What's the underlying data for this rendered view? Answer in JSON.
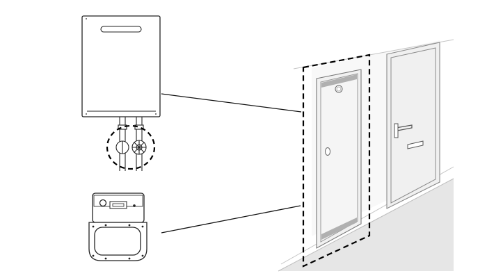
{
  "diagram": {
    "components": [
      {
        "id": "water-heater",
        "kind": "tankless water heater"
      },
      {
        "id": "shutoff-valves",
        "kind": "gas and water shutoff valves (highlighted)"
      },
      {
        "id": "gas-meter",
        "kind": "gas meter"
      },
      {
        "id": "utility-closet-door",
        "kind": "utility closet door (highlighted)"
      },
      {
        "id": "apartment-entry-door",
        "kind": "entry door"
      }
    ],
    "connections": [
      {
        "from": "water-heater",
        "to": "utility-closet-door"
      },
      {
        "from": "gas-meter",
        "to": "utility-closet-door"
      }
    ],
    "colors": {
      "line": "#222222",
      "wall_line": "#bdbdbd",
      "floor": "#e6e6e6",
      "wall": "#f8f8f8",
      "door_trim": "#b0b0b0",
      "highlight": "#000000"
    }
  }
}
